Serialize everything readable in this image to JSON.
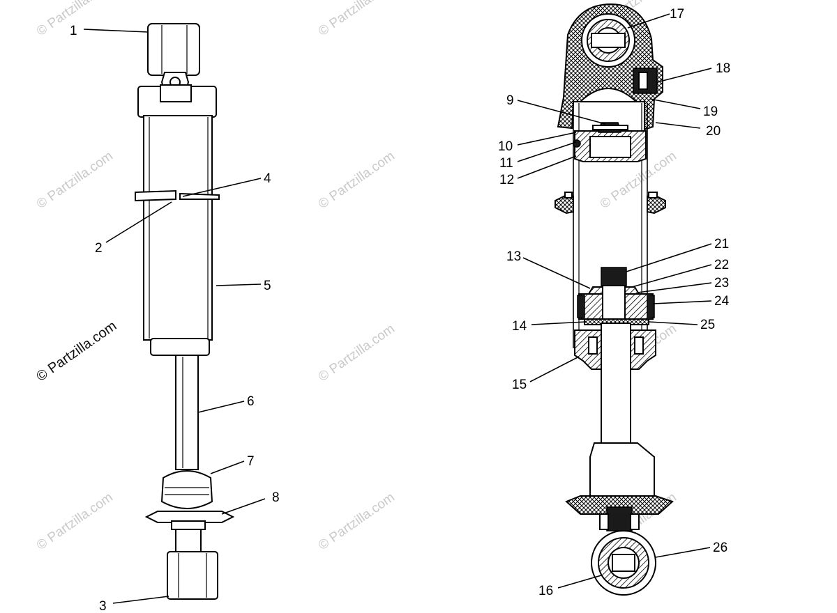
{
  "watermarks": {
    "light": "© Partzilla.com",
    "dark": "© Partzilla.com"
  },
  "callouts": [
    "1",
    "2",
    "3",
    "4",
    "5",
    "6",
    "7",
    "8",
    "9",
    "10",
    "11",
    "12",
    "13",
    "14",
    "15",
    "16",
    "17",
    "18",
    "19",
    "20",
    "21",
    "22",
    "23",
    "24",
    "25",
    "26"
  ]
}
